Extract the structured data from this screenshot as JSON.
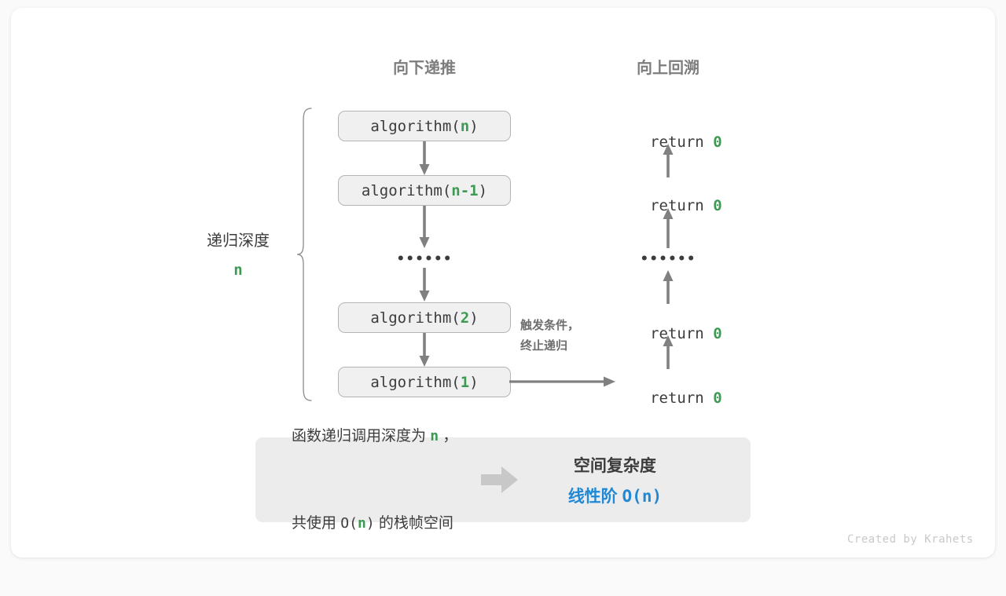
{
  "card": {
    "background": "#ffffff",
    "page_background": "#fafafa"
  },
  "colors": {
    "accent_green": "#3d9a53",
    "accent_blue": "#2088d4",
    "arrow_gray": "#808080",
    "box_fill": "#f0f0f0",
    "box_border": "#b5b5b5",
    "text": "#3c3c3c",
    "muted": "#7d7d7d",
    "panel_fill": "#ececec",
    "block_arrow": "#c8c8c8"
  },
  "headers": {
    "left": "向下递推",
    "right": "向上回溯"
  },
  "side": {
    "label": "递归深度",
    "value": "n"
  },
  "call_stack": [
    {
      "prefix": "algorithm(",
      "arg": "n",
      "suffix": ")"
    },
    {
      "prefix": "algorithm(",
      "arg": "n-1",
      "suffix": ")"
    },
    {
      "ellipsis": "••••••"
    },
    {
      "prefix": "algorithm(",
      "arg": "2",
      "suffix": ")"
    },
    {
      "prefix": "algorithm(",
      "arg": "1",
      "suffix": ")"
    }
  ],
  "return_stack": [
    {
      "text": "return ",
      "value": "0"
    },
    {
      "text": "return ",
      "value": "0"
    },
    {
      "ellipsis": "••••••"
    },
    {
      "text": "return ",
      "value": "0"
    },
    {
      "text": "return ",
      "value": "0"
    }
  ],
  "trigger_note": {
    "line1": "触发条件，",
    "line2": "终止递归"
  },
  "summary": {
    "left_line1_a": "函数递归调用深度为 ",
    "left_line1_n": "n",
    "left_line1_b": " ，",
    "left_line2_a": "共使用 ",
    "left_line2_o": "O(",
    "left_line2_n": "n",
    "left_line2_c": ")",
    "left_line2_b": " 的栈帧空间",
    "right_title": "空间复杂度",
    "right_value_a": "线性阶 ",
    "right_value_b": "O(n)"
  },
  "credit": "Created by Krahets"
}
